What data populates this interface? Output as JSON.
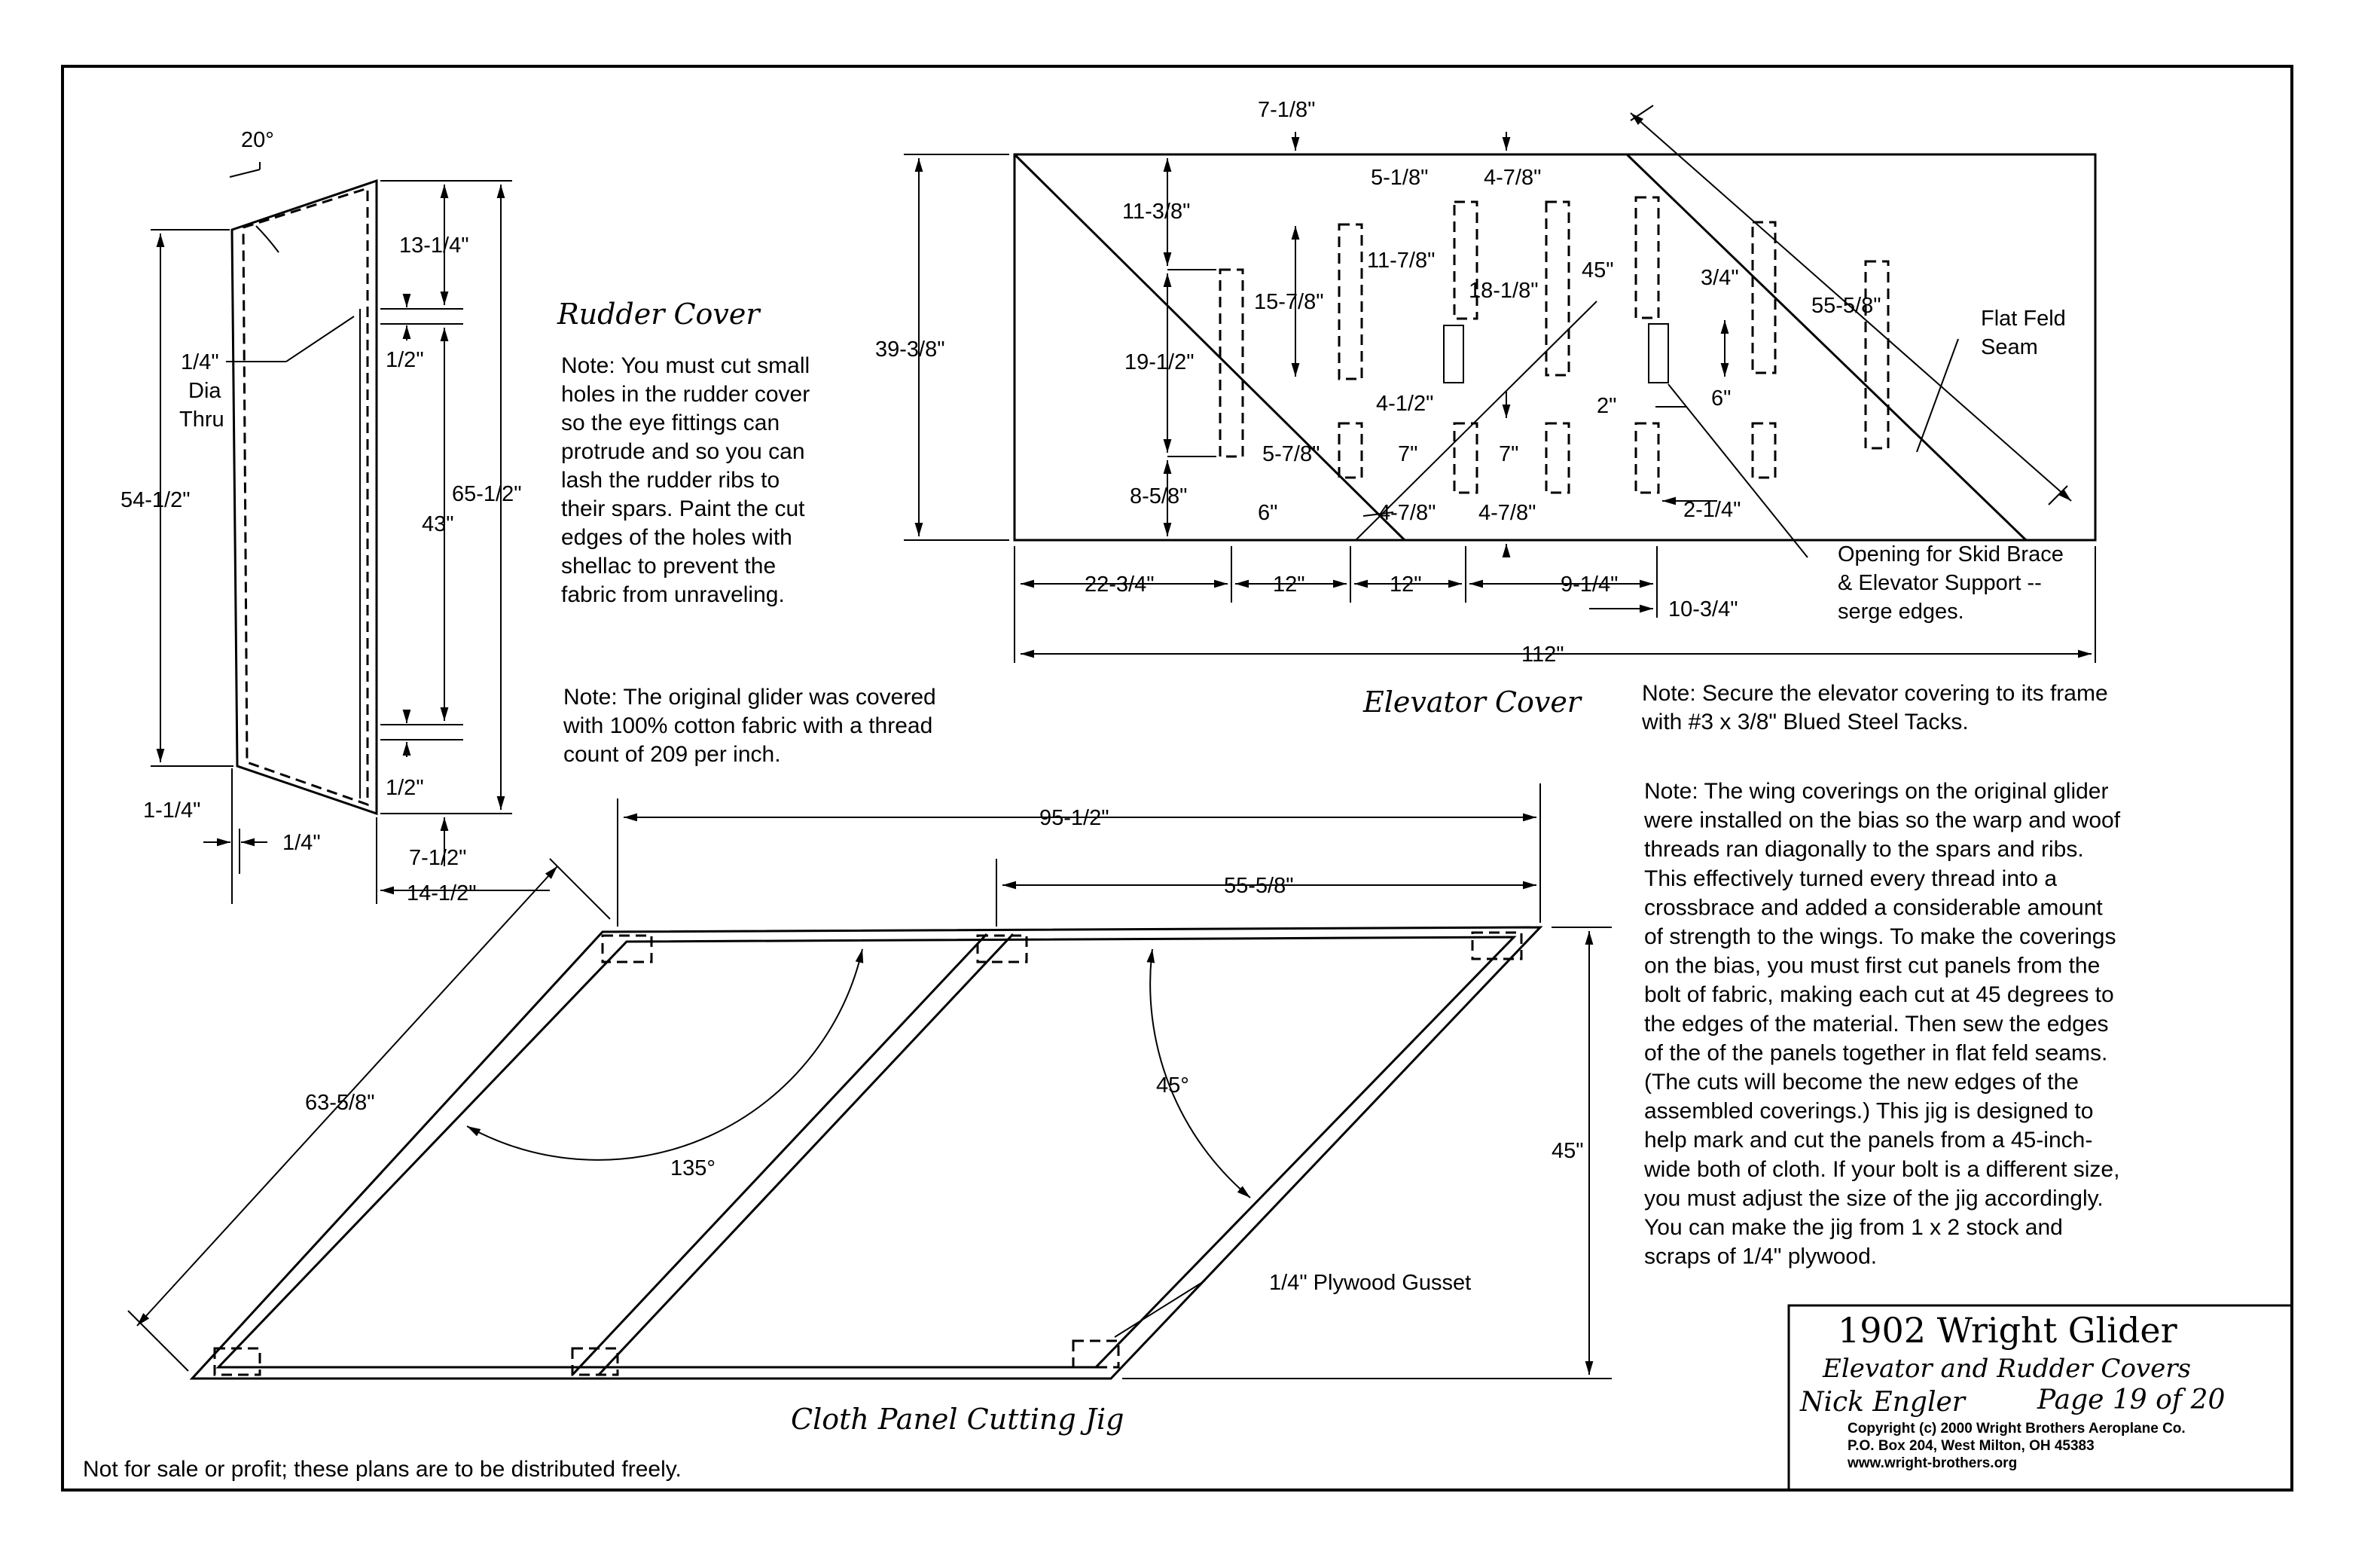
{
  "rudder": {
    "title": "Rudder Cover",
    "dims": {
      "angle": "20°",
      "top": "13-1/4\"",
      "hole": "1/4\"",
      "hole_label1": "Dia",
      "hole_label2": "Thru",
      "gap_top": "1/2\"",
      "height_left": "54-1/2\"",
      "height_right": "65-1/2\"",
      "mid": "43\"",
      "gap_bottom": "1/2\"",
      "bottom_right": "7-1/2\"",
      "left_offset": "1-1/4\"",
      "edge": "1/4\"",
      "width": "14-1/2\""
    },
    "note": [
      "Note: You must cut small",
      "holes in the rudder cover",
      "so the eye fittings can",
      "protrude and so you can",
      "lash the rudder ribs to",
      "their spars. Paint the cut",
      "edges of the holes with",
      "shellac to prevent the",
      "fabric from unraveling."
    ]
  },
  "cotton_note": [
    "Note: The original glider was covered",
    "with 100% cotton fabric with a thread",
    "count of 209 per inch."
  ],
  "elevator": {
    "title": "Elevator Cover",
    "dims": {
      "top": "7-1/8\"",
      "d1": "5-1/8\"",
      "d2": "4-7/8\"",
      "d3": "11-3/8\"",
      "d4": "11-7/8\"",
      "d5": "15-7/8\"",
      "d6": "18-1/8\"",
      "d7": "45\"",
      "d8": "3/4\"",
      "d9": "55-5/8\"",
      "height": "39-3/8\"",
      "d10": "19-1/2\"",
      "d11": "4-1/2\"",
      "d12": "2\"",
      "d13": "6\"",
      "d14": "5-7/8\"",
      "d15": "7\"",
      "d16": "7\"",
      "d17": "8-5/8\"",
      "d18": "6\"",
      "d19": "4-7/8\"",
      "d20": "4-7/8\"",
      "d21": "2-1/4\"",
      "b1": "22-3/4\"",
      "b2": "12\"",
      "b3": "12\"",
      "b4": "9-1/4\"",
      "b5": "10-3/4\"",
      "total": "112\""
    },
    "seam_label": [
      "Flat Feld",
      "Seam"
    ],
    "opening_label": [
      "Opening for Skid Brace",
      "& Elevator Support --",
      "serge edges."
    ],
    "note": [
      "Note: Secure the elevator covering to its frame",
      "with #3 x 3/8\" Blued Steel Tacks."
    ]
  },
  "wing_note": [
    "Note: The wing coverings on the original glider",
    "were installed on the bias so the warp and woof",
    "threads ran diagonally to the spars and ribs.",
    "This effectively turned every thread into a",
    "crossbrace and added a considerable amount",
    "of strength to the wings. To make the coverings",
    "on the bias, you must first cut panels from the",
    "bolt of fabric, making each cut at 45 degrees to",
    "the edges of the material. Then sew the edges",
    "of the of the panels together in flat feld seams.",
    "(The cuts will become the new edges of the",
    "assembled coverings.) This jig is designed to",
    "help mark and cut the panels from a 45-inch-",
    "wide both of cloth. If your bolt is a different size,",
    "you must adjust the size of the jig accordingly.",
    "You can make the jig from 1 x 2 stock and",
    "scraps of 1/4\" plywood."
  ],
  "jig": {
    "title": "Cloth Panel Cutting Jig",
    "dims": {
      "total": "95-1/2\"",
      "partial": "55-5/8\"",
      "diag": "63-5/8\"",
      "angle_big": "135°",
      "angle_small": "45°",
      "height": "45\""
    },
    "gusset_label": "1/4\" Plywood Gusset"
  },
  "title_block": {
    "line1": "1902 Wright Glider",
    "line2": "Elevator and Rudder Covers",
    "author": "Nick Engler",
    "page": "Page 19 of 20",
    "copyright": [
      "Copyright  (c) 2000 Wright Brothers Aeroplane Co.",
      "P.O. Box 204, West Milton, OH  45383",
      "www.wright-brothers.org"
    ]
  },
  "footer": "Not for sale or profit; these plans are to be distributed freely."
}
